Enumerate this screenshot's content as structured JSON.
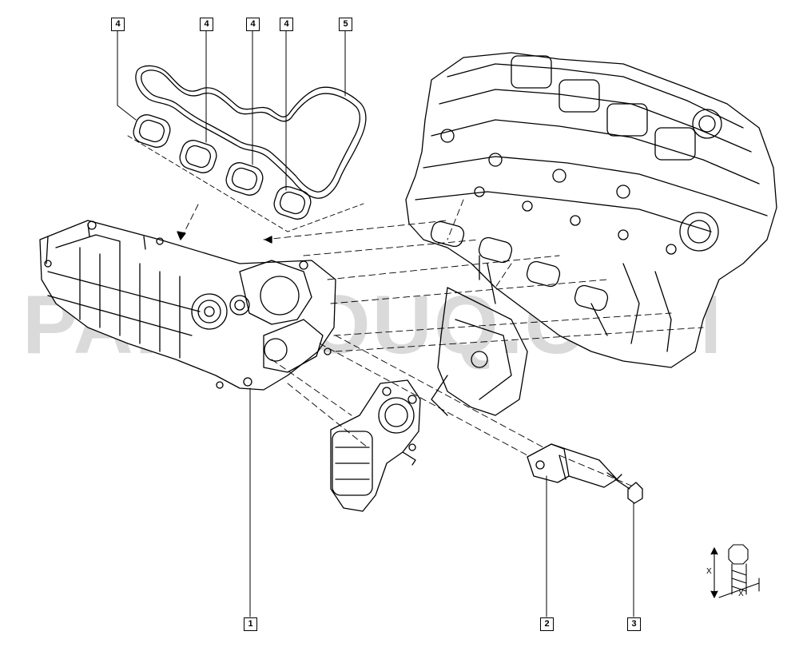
{
  "watermark": {
    "text": "PARTSOUQ.COM"
  },
  "callouts": {
    "c1": "1",
    "c2": "2",
    "c3": "3",
    "c4a": "4",
    "c4b": "4",
    "c4c": "4",
    "c4d": "4",
    "c5": "5"
  },
  "torque_symbol": {
    "label_a": "X",
    "label_b": "X"
  }
}
